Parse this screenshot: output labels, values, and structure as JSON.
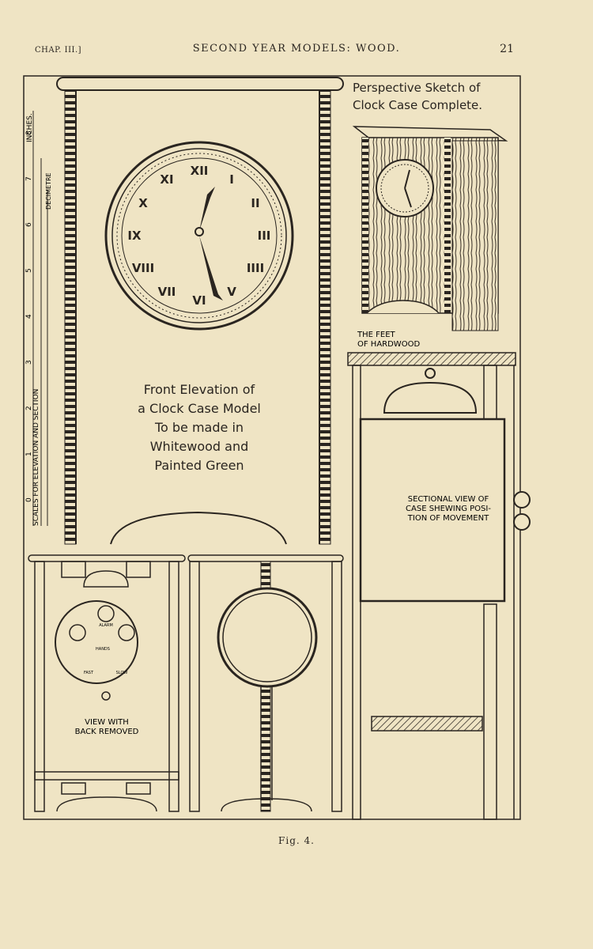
{
  "header": {
    "chapter": "CHAP. III.]",
    "title": "SECOND YEAR MODELS: WOOD.",
    "page_number": "21"
  },
  "figure": {
    "perspective_label_line1": "Perspective Sketch of",
    "perspective_label_line2": "Clock Case Complete.",
    "feet_label_line1": "THE FEET",
    "feet_label_line2": "OF HARDWOOD",
    "front_label_lines": [
      "Front Elevation of",
      "a Clock Case Model",
      "To be made in",
      "Whitewood and",
      "Painted Green"
    ],
    "section_label_lines": [
      "SECTIONAL VIEW OF",
      "CASE SHEWING POSI-",
      "TION OF MOVEMENT"
    ],
    "back_label_lines": [
      "VIEW WITH",
      "BACK REMOVED"
    ],
    "scale_label": "SCALES FOR ELEVATION AND SECTION",
    "inches_label": "INCHES.",
    "decimetre_label": "DECIMETRE",
    "scale_numbers": [
      "0",
      "1",
      "2",
      "3",
      "4",
      "5",
      "6",
      "7",
      "8"
    ],
    "roman_numerals": [
      "XII",
      "I",
      "II",
      "III",
      "IIII",
      "V",
      "VI",
      "VII",
      "VIII",
      "IX",
      "X",
      "XI"
    ],
    "movement_labels": [
      "ALARM",
      "HANDS",
      "FAST",
      "SLOW"
    ]
  },
  "caption": "Fig. 4."
}
